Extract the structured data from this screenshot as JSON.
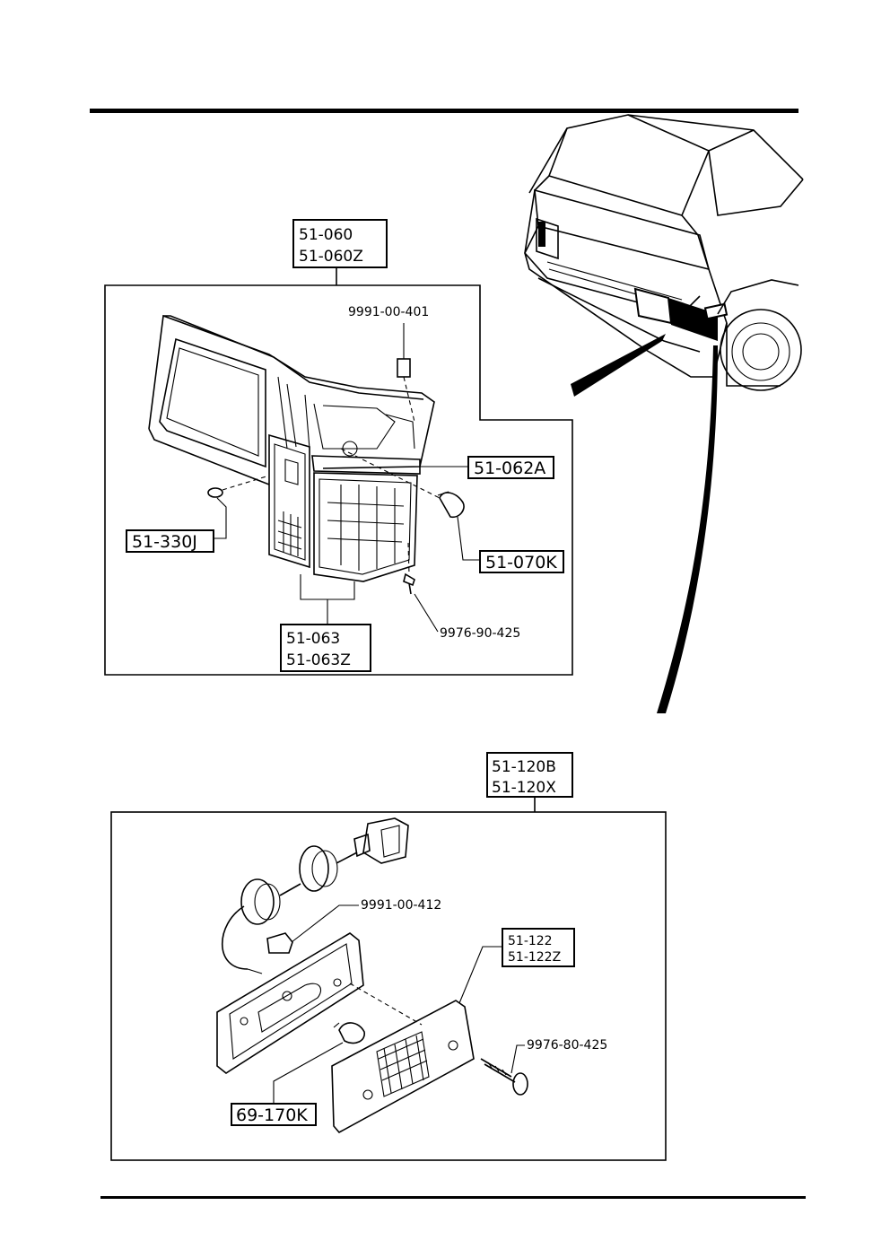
{
  "front_assembly": {
    "assembly_code": "51-060",
    "assembly_code_alt": "51-060Z",
    "bulb_socket_code": "9991-00-401",
    "housing_code": "51-062A",
    "gasket_code": "51-330J",
    "bulb_code": "51-070K",
    "lens_code": "51-063",
    "lens_code_alt": "51-063Z",
    "screw_code": "9976-90-425"
  },
  "side_assembly": {
    "assembly_code": "51-120B",
    "assembly_code_alt": "51-120X",
    "socket_code": "9991-00-412",
    "lens_code": "51-122",
    "lens_code_alt": "51-122Z",
    "screw_code": "9976-80-425",
    "bulb_code": "69-170K"
  },
  "icons": [
    "vehicle-front-icon",
    "front-lamp-icon",
    "side-marker-lamp-icon",
    "bulb-icon",
    "screw-icon",
    "connector-icon"
  ]
}
